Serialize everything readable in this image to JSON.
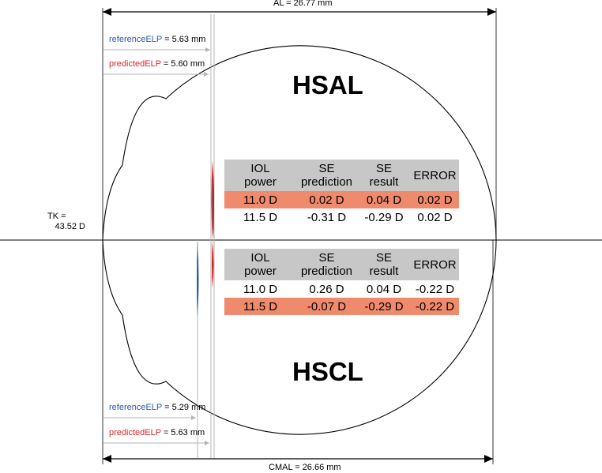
{
  "top": {
    "al_label": "AL = 26.77 mm",
    "reference_elp": {
      "name": "referenceELP",
      "value": " = 5.63 mm"
    },
    "predicted_elp": {
      "name": "predictedELP",
      "value": " = 5.60 mm"
    },
    "title": "HSAL",
    "table": {
      "headers": [
        [
          "IOL",
          "power"
        ],
        [
          "SE",
          "prediction"
        ],
        [
          "SE",
          "result"
        ],
        [
          "ERROR"
        ]
      ],
      "rows": [
        {
          "highlight": true,
          "cells": [
            "11.0 D",
            "0.02 D",
            "0.04 D",
            "0.02 D"
          ]
        },
        {
          "highlight": false,
          "cells": [
            "11.5 D",
            "-0.31 D",
            "-0.29 D",
            "0.02 D"
          ]
        }
      ]
    }
  },
  "bottom": {
    "cmal_label": "CMAL = 26.66 mm",
    "reference_elp": {
      "name": "referenceELP",
      "value": " = 5.29 mm"
    },
    "predicted_elp": {
      "name": "predictedELP",
      "value": " = 5.63 mm"
    },
    "title": "HSCL",
    "table": {
      "headers": [
        [
          "IOL",
          "power"
        ],
        [
          "SE",
          "prediction"
        ],
        [
          "SE",
          "result"
        ],
        [
          "ERROR"
        ]
      ],
      "rows": [
        {
          "highlight": false,
          "cells": [
            "11.0 D",
            "0.26 D",
            "0.04 D",
            "-0.22 D"
          ]
        },
        {
          "highlight": true,
          "cells": [
            "11.5 D",
            "-0.07 D",
            "-0.29 D",
            "-0.22 D"
          ]
        }
      ]
    }
  },
  "tk": {
    "line1": "TK =",
    "line2": "43.52 D"
  },
  "colors": {
    "reference": "#2a5aa8",
    "predicted": "#d8282b",
    "highlight": "#f08a6c",
    "header": "#c7c7c7",
    "guide": "#b5b5b5"
  }
}
